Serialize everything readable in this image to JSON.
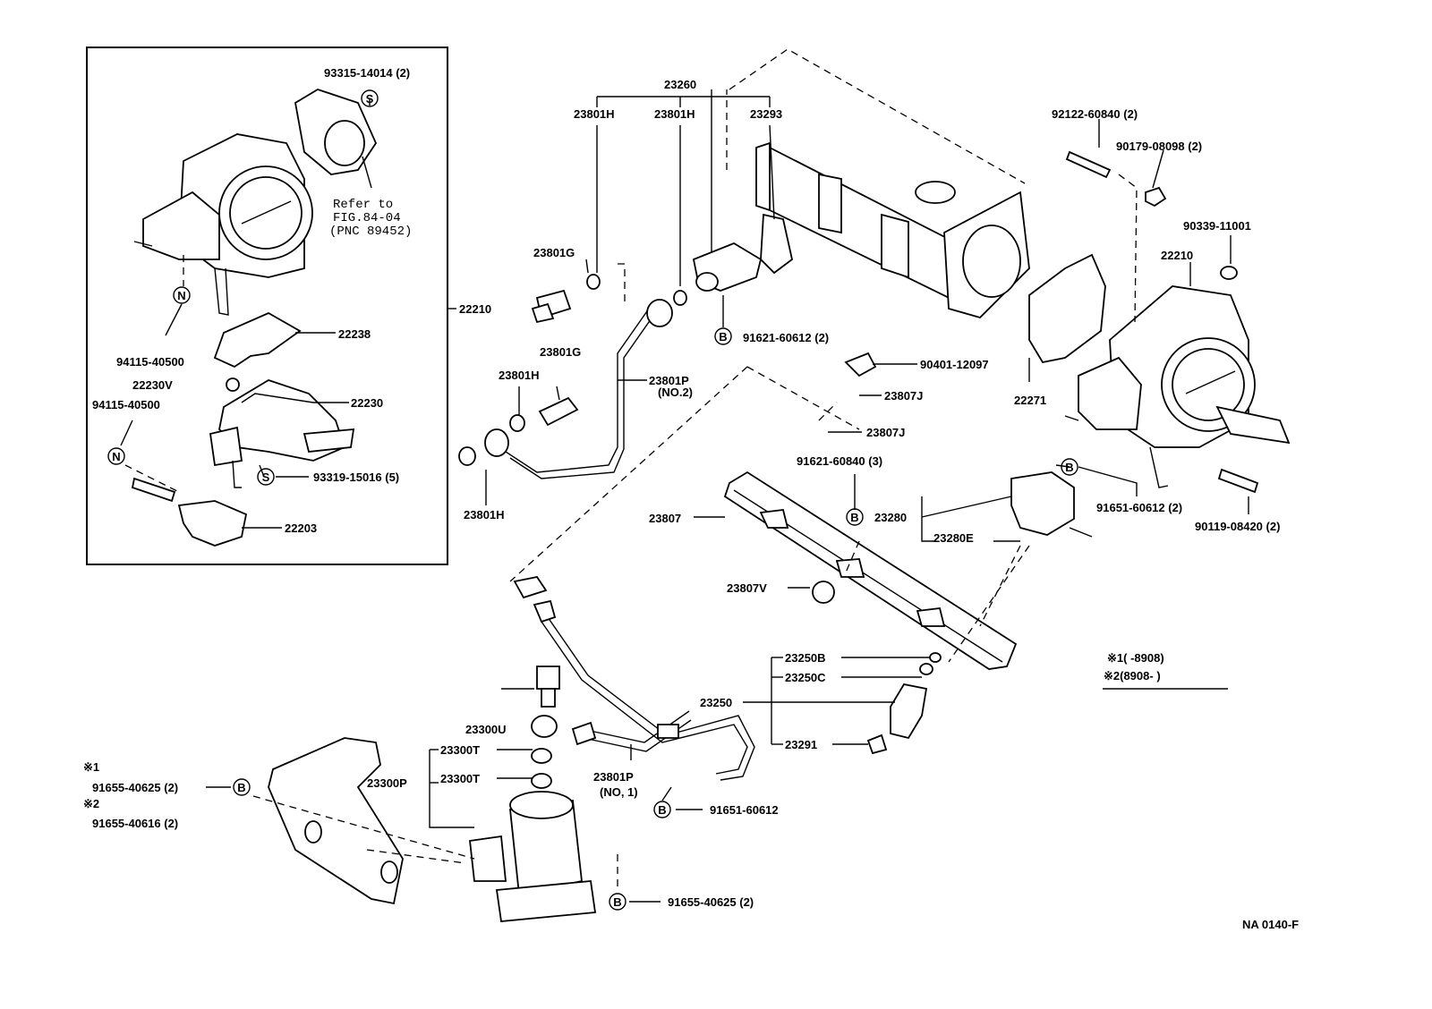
{
  "diagram_id": "NA 0140-F",
  "refer": {
    "line1": "Refer to",
    "line2": "FIG.84-04",
    "line3": "(PNC 89452)"
  },
  "legend": {
    "note1": "※1(      -8908)",
    "note2": "※2(8908-      )"
  },
  "bracket_notes": {
    "mark1": "※1",
    "part1": "91655-40625 (2)",
    "mark2": "※2",
    "part2": "91655-40616 (2)"
  },
  "symbols": {
    "S": "S",
    "N": "N",
    "B": "B"
  },
  "labels": [
    {
      "id": "p93315",
      "text": "93315-14014 (2)"
    },
    {
      "id": "p22210a",
      "text": "22210"
    },
    {
      "id": "p94115a",
      "text": "94115-40500"
    },
    {
      "id": "p22238",
      "text": "22238"
    },
    {
      "id": "p22230v",
      "text": "22230V"
    },
    {
      "id": "p94115b",
      "text": "94115-40500"
    },
    {
      "id": "p22230",
      "text": "22230"
    },
    {
      "id": "p93319",
      "text": "93319-15016 (5)"
    },
    {
      "id": "p22203",
      "text": "22203"
    },
    {
      "id": "p23260",
      "text": "23260"
    },
    {
      "id": "p23801ha",
      "text": "23801H"
    },
    {
      "id": "p23801hb",
      "text": "23801H"
    },
    {
      "id": "p23293",
      "text": "23293"
    },
    {
      "id": "p23801ga",
      "text": "23801G"
    },
    {
      "id": "p23801gb",
      "text": "23801G"
    },
    {
      "id": "p23801hc",
      "text": "23801H"
    },
    {
      "id": "p23801p2",
      "text": "23801P"
    },
    {
      "id": "p23801p2n",
      "text": "(NO.2)"
    },
    {
      "id": "p23801hd",
      "text": "23801H"
    },
    {
      "id": "p91621a",
      "text": "91621-60612 (2)"
    },
    {
      "id": "p92122",
      "text": "92122-60840 (2)"
    },
    {
      "id": "p90179",
      "text": "90179-08098 (2)"
    },
    {
      "id": "p90339",
      "text": "90339-11001"
    },
    {
      "id": "p22210b",
      "text": "22210"
    },
    {
      "id": "p90401",
      "text": "90401-12097"
    },
    {
      "id": "p23807ja",
      "text": "23807J"
    },
    {
      "id": "p22271",
      "text": "22271"
    },
    {
      "id": "p23807jb",
      "text": "23807J"
    },
    {
      "id": "p91621b",
      "text": "91621-60840 (3)"
    },
    {
      "id": "p23807",
      "text": "23807"
    },
    {
      "id": "p23280",
      "text": "23280"
    },
    {
      "id": "p23280e",
      "text": "23280E"
    },
    {
      "id": "p91651a",
      "text": "91651-60612 (2)"
    },
    {
      "id": "p90119",
      "text": "90119-08420 (2)"
    },
    {
      "id": "p23807v",
      "text": "23807V"
    },
    {
      "id": "p23250b",
      "text": "23250B"
    },
    {
      "id": "p23250c",
      "text": "23250C"
    },
    {
      "id": "p23250",
      "text": "23250"
    },
    {
      "id": "p23291",
      "text": "23291"
    },
    {
      "id": "p23300u",
      "text": "23300U"
    },
    {
      "id": "p23300ta",
      "text": "23300T"
    },
    {
      "id": "p23300p",
      "text": "23300P"
    },
    {
      "id": "p23300tb",
      "text": "23300T"
    },
    {
      "id": "p23801p1",
      "text": "23801P"
    },
    {
      "id": "p23801p1n",
      "text": "(NO, 1)"
    },
    {
      "id": "p91651b",
      "text": "91651-60612"
    },
    {
      "id": "p91655",
      "text": "91655-40625 (2)"
    }
  ]
}
